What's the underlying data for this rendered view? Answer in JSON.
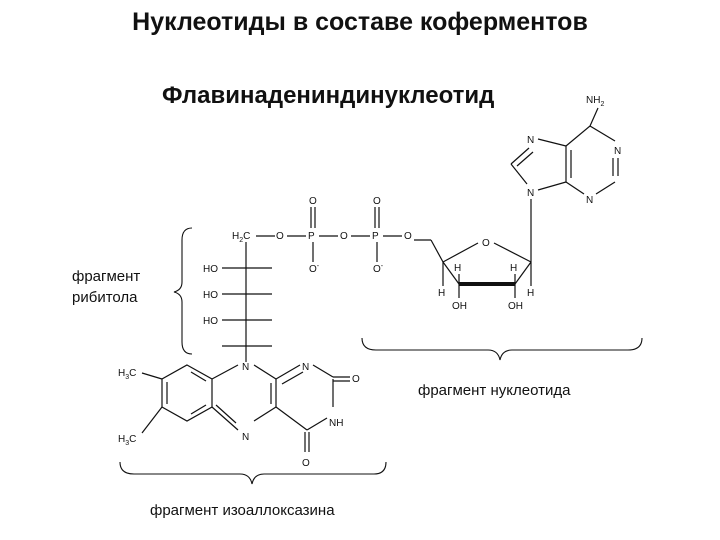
{
  "title": "Нуклеотиды в составе коферментов",
  "subtitle": "Флавинадениндинуклеотид",
  "labels": {
    "ribitol_line1": "фрагмент",
    "ribitol_line2": "рибитола",
    "nucleotide": "фрагмент нуклеотида",
    "isoalloxazine": "фрагмент изоаллоксазина"
  },
  "atoms": {
    "nh2": "NH",
    "nh2_sub": "2",
    "n": "N",
    "o": "O",
    "p": "P",
    "o_minus": "O",
    "minus": "-",
    "h": "H",
    "oh": "OH",
    "ho": "HO",
    "nh": "NH",
    "ch2_c": "H",
    "ch2_sub": "2",
    "ch2_tail": "C",
    "ch3": "H",
    "ch3_sub": "3",
    "ch3_c": "C"
  }
}
